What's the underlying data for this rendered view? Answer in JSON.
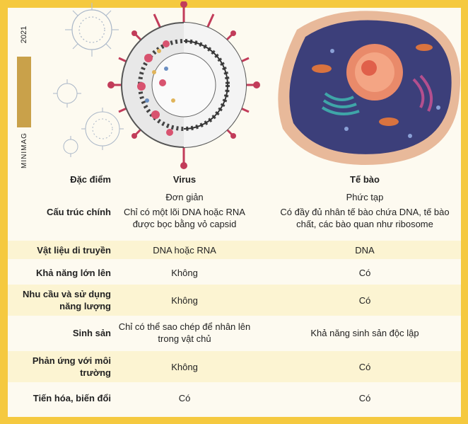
{
  "sidebar": {
    "year": "2021",
    "brand": "MINIMAG"
  },
  "table": {
    "headers": {
      "feature": "Đặc điểm",
      "virus": "Virus",
      "cell": "Tế bào"
    },
    "rows": [
      {
        "feature": "Cấu trúc chính",
        "virus_line1": "Đơn giản",
        "virus_line2": "Chỉ có một lõi DNA hoặc RNA được bọc bằng vỏ capsid",
        "cell_line1": "Phức tạp",
        "cell_line2": "Có đầy đủ nhân tế bào chứa DNA, tế bào chất, các bào quan như ribosome"
      },
      {
        "feature": "Vật liệu di truyền",
        "virus": "DNA hoặc RNA",
        "cell": "DNA"
      },
      {
        "feature": "Khả năng lớn lên",
        "virus": "Không",
        "cell": "Có"
      },
      {
        "feature": "Nhu cầu và sử dụng năng lượng",
        "virus": "Không",
        "cell": "Có"
      },
      {
        "feature": "Sinh sản",
        "virus": "Chỉ có thể sao chép để nhân lên trong vật chủ",
        "cell": "Khả năng sinh sản độc lập"
      },
      {
        "feature": "Phản ứng với môi trường",
        "virus": "Không",
        "cell": "Có"
      },
      {
        "feature": "Tiến hóa, biến đổi",
        "virus": "Có",
        "cell": "Có"
      }
    ]
  }
}
